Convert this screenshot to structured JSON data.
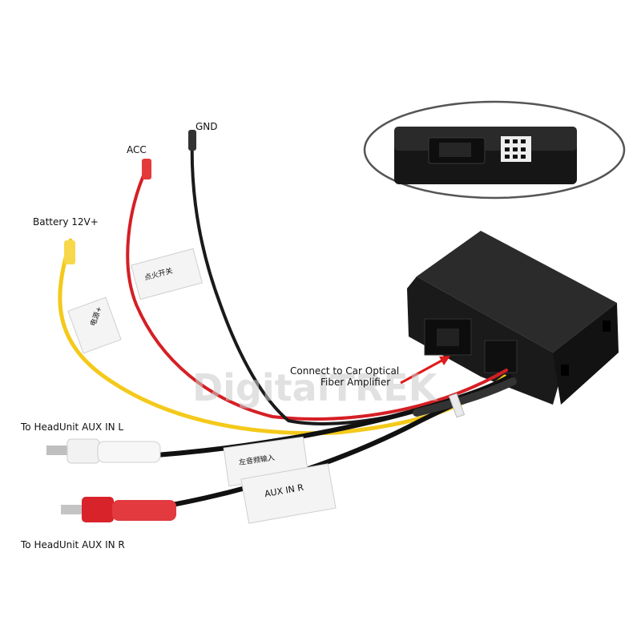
{
  "labels": {
    "gnd": "GND",
    "acc": "ACC",
    "battery": "Battery 12V+",
    "callout_line1": "Connect to Car Optical",
    "callout_line2": "Fiber Amplifier",
    "aux_l": "To HeadUnit AUX IN L",
    "aux_r": "To HeadUnit AUX IN R"
  },
  "wire_tags": {
    "yellow_tag": "电源+",
    "red_tag": "点火开关",
    "left_tag": "左音频输入",
    "right_tag": "AUX IN R"
  },
  "watermark": "DigitalTREK",
  "colors": {
    "wire_yellow": "#f4c91a",
    "wire_red": "#d51f25",
    "wire_black": "#1a1a1a",
    "box": "#1c1c1c",
    "rca_white": "#f2f2f2",
    "rca_red": "#d9232a",
    "arrow": "#e01b1b"
  }
}
